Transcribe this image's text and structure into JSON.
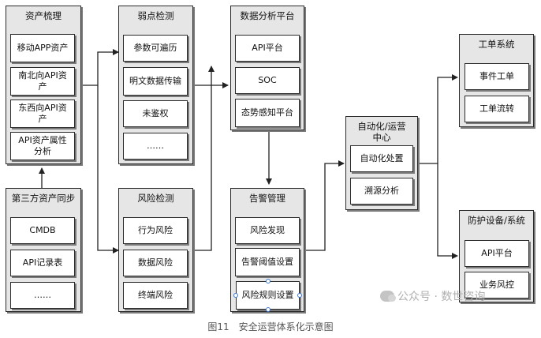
{
  "groups": {
    "asset_mgmt": {
      "title": "资产梳理",
      "items": [
        "移动APP资产",
        "南北向API资产",
        "东西向API资产",
        "API资产属性分析"
      ]
    },
    "third_party_sync": {
      "title": "第三方资产同步",
      "items": [
        "CMDB",
        "API记录表",
        "……"
      ]
    },
    "weak_point": {
      "title": "弱点检测",
      "items": [
        "参数可遍历",
        "明文数据传输",
        "未鉴权",
        "……"
      ]
    },
    "risk_detect": {
      "title": "风险检测",
      "items": [
        "行为风险",
        "数据风险",
        "终端风险"
      ]
    },
    "analysis_platform": {
      "title": "数据分析平台",
      "items": [
        "API平台",
        "SOC",
        "态势感知平台"
      ]
    },
    "alert_mgmt": {
      "title": "告警管理",
      "items": [
        "风险发现",
        "告警阈值设置",
        "风险规则设置"
      ]
    },
    "automation": {
      "title": "自动化/运营中心",
      "items": [
        "自动化处置",
        "溯源分析"
      ]
    },
    "ticket": {
      "title": "工单系统",
      "items": [
        "事件工单",
        "工单流转"
      ]
    },
    "protection": {
      "title": "防护设备/系统",
      "items": [
        "API平台",
        "业务风控"
      ]
    }
  },
  "watermark": "公众号 · 数世咨询",
  "caption": "图11　安全运营体系化示意图"
}
